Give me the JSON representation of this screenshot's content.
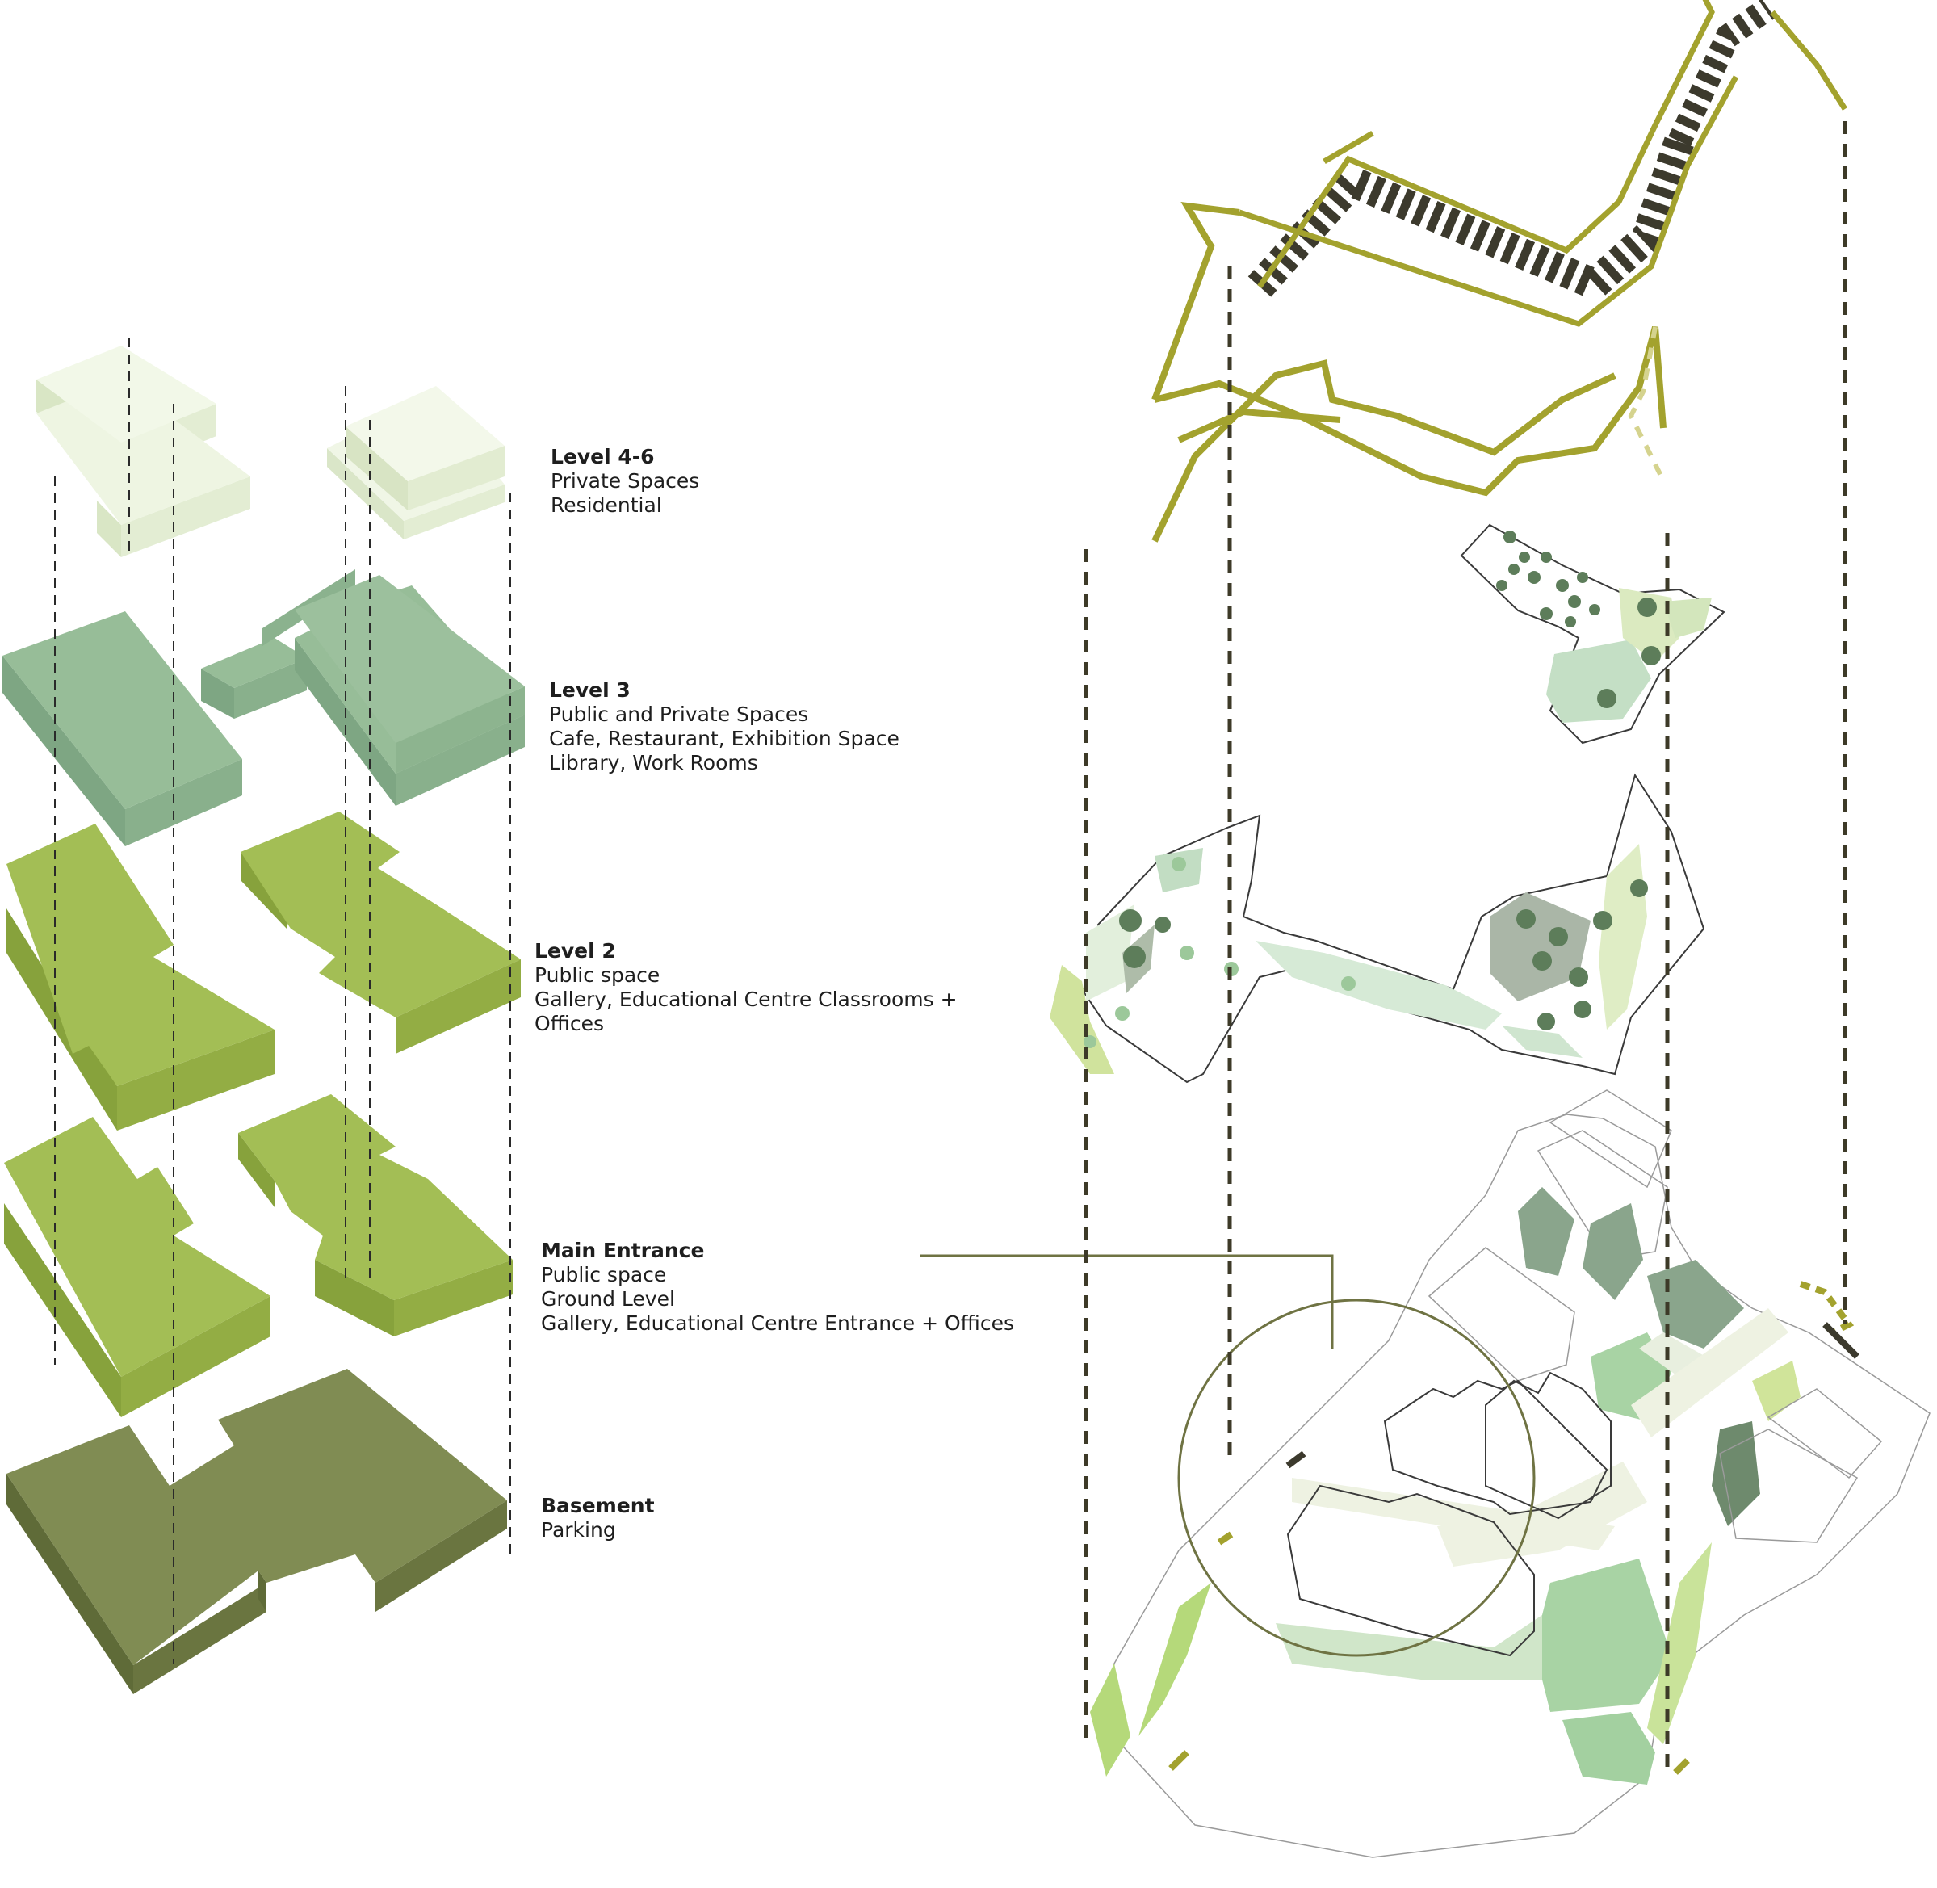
{
  "levels": [
    {
      "heading": "Level 4-6",
      "lines": [
        "Private Spaces",
        "Residential"
      ]
    },
    {
      "heading": "Level 3",
      "lines": [
        "Public and Private Spaces",
        "Cafe, Restaurant, Exhibition Space",
        "Library, Work Rooms"
      ]
    },
    {
      "heading": "Level 2",
      "lines": [
        "Public space",
        "Gallery, Educational Centre Classrooms +",
        "Offices"
      ]
    },
    {
      "heading": "Main Entrance",
      "lines": [
        "Public space",
        "Ground Level",
        "Gallery, Educational Centre Entrance + Offices"
      ]
    },
    {
      "heading": "Basement",
      "lines": [
        "Parking"
      ]
    }
  ],
  "colors": {
    "residential": "#eef5e2",
    "level3": "#97bd98",
    "level2": "#a3be55",
    "ground": "#a3be55",
    "basement": "#808c53",
    "bridge": "#a3a22e",
    "tree_dark": "#5d7d5a",
    "tree_light": "#c6dea7"
  }
}
